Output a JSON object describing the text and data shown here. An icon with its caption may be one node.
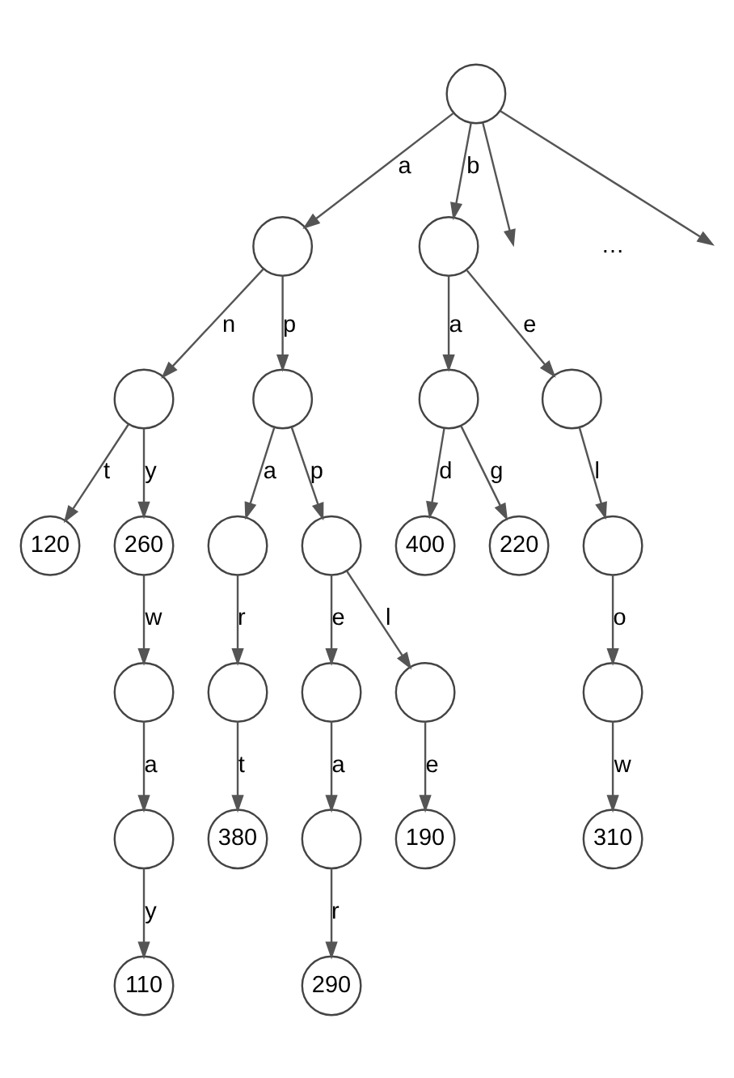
{
  "diagram": {
    "nodes": [
      {
        "text": [],
        "shape": "circle"
      },
      {
        "text": [],
        "shape": "circle"
      },
      {
        "text": [],
        "shape": "circle"
      },
      {
        "text": [],
        "shape": "circle"
      },
      {
        "text": [],
        "shape": "circle"
      },
      {
        "text": [],
        "shape": "circle"
      },
      {
        "text": [],
        "shape": "circle"
      },
      {
        "text": [
          "120"
        ]
      },
      {
        "text": [
          "260"
        ]
      },
      {
        "text": [],
        "shape": "circle"
      },
      {
        "text": [],
        "shape": "circle"
      },
      {
        "text": [
          "400"
        ]
      },
      {
        "text": [
          "220"
        ]
      },
      {
        "text": [],
        "shape": "circle"
      },
      {
        "text": [],
        "shape": "circle"
      },
      {
        "text": [],
        "shape": "circle"
      },
      {
        "text": [],
        "shape": "circle"
      },
      {
        "text": [],
        "shape": "circle"
      },
      {
        "text": [],
        "shape": "circle"
      },
      {
        "text": [],
        "shape": "circle"
      },
      {
        "text": [
          "380"
        ]
      },
      {
        "text": [],
        "shape": "circle"
      },
      {
        "text": [
          "190"
        ]
      },
      {
        "text": [
          "310"
        ]
      },
      {
        "text": [
          "110"
        ]
      },
      {
        "text": [
          "290"
        ]
      }
    ],
    "edges": [
      {
        "from": 0,
        "to": 1,
        "arrow": "to",
        "label": "a"
      },
      {
        "from": 0,
        "to": null,
        "arrow": "to"
      },
      {
        "from": 0,
        "to": null,
        "arrow": "to"
      },
      {
        "from": 0,
        "to": 2,
        "arrow": "to",
        "label": "b"
      },
      {
        "from": 1,
        "to": 3,
        "arrow": "to",
        "label": "n"
      },
      {
        "from": 1,
        "to": 4,
        "arrow": "to",
        "label": "p"
      },
      {
        "from": 2,
        "to": 5,
        "arrow": "to",
        "label": "a"
      },
      {
        "from": 2,
        "to": 6,
        "arrow": "to",
        "label": "e"
      },
      {
        "from": 3,
        "to": 7,
        "arrow": "to",
        "label": "t"
      },
      {
        "from": 3,
        "to": 8,
        "arrow": "to",
        "label": "y"
      },
      {
        "from": 4,
        "to": 9,
        "arrow": "to",
        "label": "a"
      },
      {
        "from": 4,
        "to": 10,
        "arrow": "to",
        "label": "p"
      },
      {
        "from": 5,
        "to": 11,
        "arrow": "to",
        "label": "d"
      },
      {
        "from": 5,
        "to": 12,
        "arrow": "to",
        "label": "g"
      },
      {
        "from": 6,
        "to": 13,
        "arrow": "to",
        "label": "l"
      },
      {
        "from": 8,
        "to": 14,
        "arrow": "to",
        "label": "w"
      },
      {
        "from": 9,
        "to": 15,
        "arrow": "to",
        "label": "r"
      },
      {
        "from": 10,
        "to": 16,
        "arrow": "to",
        "label": "e"
      },
      {
        "from": 10,
        "to": 17,
        "arrow": "to",
        "label": "l"
      },
      {
        "from": 13,
        "to": 18,
        "arrow": "to",
        "label": "o"
      },
      {
        "from": 14,
        "to": 19,
        "arrow": "to",
        "label": "a"
      },
      {
        "from": 15,
        "to": 20,
        "arrow": "to",
        "label": "t"
      },
      {
        "from": 16,
        "to": 21,
        "arrow": "to",
        "label": "a"
      },
      {
        "from": 17,
        "to": 22,
        "arrow": "to",
        "label": "e"
      },
      {
        "from": 18,
        "to": 23,
        "arrow": "to",
        "label": "w"
      },
      {
        "from": 19,
        "to": 24,
        "arrow": "to",
        "label": "y"
      },
      {
        "from": 21,
        "to": 25,
        "arrow": "to",
        "label": "r"
      }
    ],
    "labels": [
      "…"
    ]
  }
}
